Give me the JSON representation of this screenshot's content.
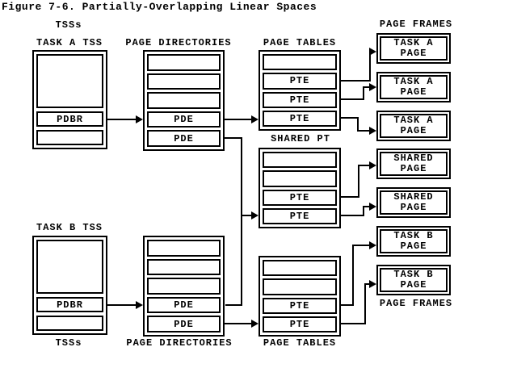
{
  "title": "Figure 7-6. Partially-Overlapping Linear Spaces",
  "colors": {
    "line": "#000000",
    "background": "#ffffff"
  },
  "column_labels": {
    "tsss_top": "TSSs",
    "tsss_bottom": "TSSs",
    "page_directories_top": "PAGE DIRECTORIES",
    "page_directories_bottom": "PAGE DIRECTORIES",
    "page_tables_top": "PAGE TABLES",
    "page_tables_bottom": "PAGE TABLES",
    "page_frames_top": "PAGE FRAMES",
    "page_frames_bottom": "PAGE FRAMES"
  },
  "tss_a": {
    "label": "TASK A TSS",
    "cells": [
      "",
      "PDBR",
      ""
    ]
  },
  "tss_b": {
    "label": "TASK B TSS",
    "cells": [
      "",
      "PDBR",
      ""
    ]
  },
  "page_directory_a": {
    "cells": [
      "",
      "",
      "",
      "PDE",
      "PDE"
    ]
  },
  "page_directory_b": {
    "cells": [
      "",
      "",
      "",
      "PDE",
      "PDE"
    ]
  },
  "page_table_a": {
    "cells": [
      "",
      "PTE",
      "PTE",
      "PTE"
    ]
  },
  "shared_page_table": {
    "label": "SHARED PT",
    "cells": [
      "",
      "",
      "PTE",
      "PTE"
    ]
  },
  "page_table_b": {
    "cells": [
      "",
      "",
      "PTE",
      "PTE"
    ]
  },
  "page_frames": [
    {
      "line1": "TASK A",
      "line2": "PAGE"
    },
    {
      "line1": "TASK A",
      "line2": "PAGE"
    },
    {
      "line1": "TASK A",
      "line2": "PAGE"
    },
    {
      "line1": "SHARED",
      "line2": "PAGE"
    },
    {
      "line1": "SHARED",
      "line2": "PAGE"
    },
    {
      "line1": "TASK B",
      "line2": "PAGE"
    },
    {
      "line1": "TASK B",
      "line2": "PAGE"
    }
  ]
}
